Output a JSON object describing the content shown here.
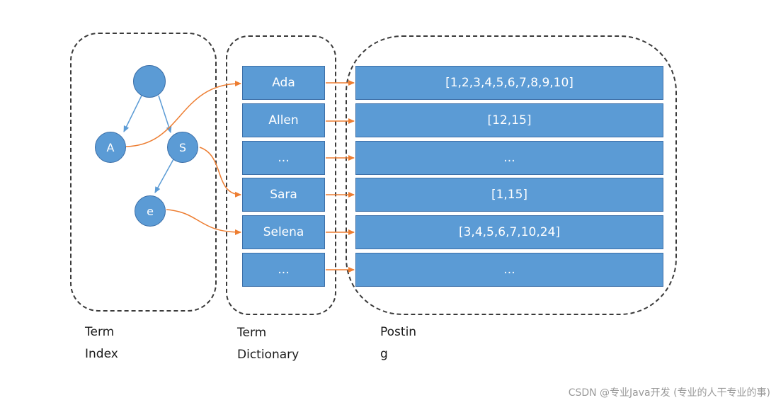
{
  "colors": {
    "cell_fill": "#5b9bd5",
    "tree_edge": "#5b9bd5",
    "pointer_arrow": "#ed7d31",
    "frame_border": "#3a3a3a"
  },
  "term_index": {
    "nodes": {
      "root": "",
      "a": "A",
      "s": "S",
      "e": "e"
    },
    "caption": [
      "Term",
      "Index"
    ]
  },
  "term_dictionary": {
    "terms": [
      "Ada",
      "Allen",
      "...",
      "Sara",
      "Selena",
      "..."
    ],
    "caption": [
      "Term",
      "Dictionary"
    ]
  },
  "posting": {
    "lists": [
      "[1,2,3,4,5,6,7,8,9,10]",
      "[12,15]",
      "...",
      "[1,15]",
      "[3,4,5,6,7,10,24]",
      "..."
    ],
    "caption": [
      "Postin",
      "g"
    ]
  },
  "watermark": "CSDN @专业Java开发 (专业的人干专业的事)"
}
